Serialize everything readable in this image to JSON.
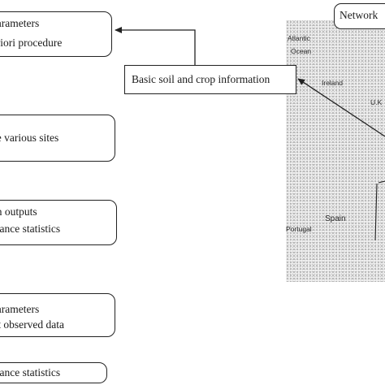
{
  "boxes": {
    "box1": {
      "line1": "parameters",
      "line2": "priori procedure"
    },
    "box2": {
      "line1": "he various sites"
    },
    "box3": {
      "line1": "on outputs",
      "line2": "mance statistics"
    },
    "box4": {
      "line1": "parameters",
      "line2": "fit observed data"
    },
    "box5": {
      "line1": "mance statistics"
    }
  },
  "basic_info": "Basic soil and crop information",
  "network_title": "Network",
  "map_labels": {
    "atlantic": "Atlantic",
    "ocean": "Ocean",
    "ireland": "Ireland",
    "uk": "U.K",
    "spain": "Spain",
    "portugal": "Portugal"
  },
  "colors": {
    "stroke": "#222222",
    "map_fill": "#efefef"
  }
}
